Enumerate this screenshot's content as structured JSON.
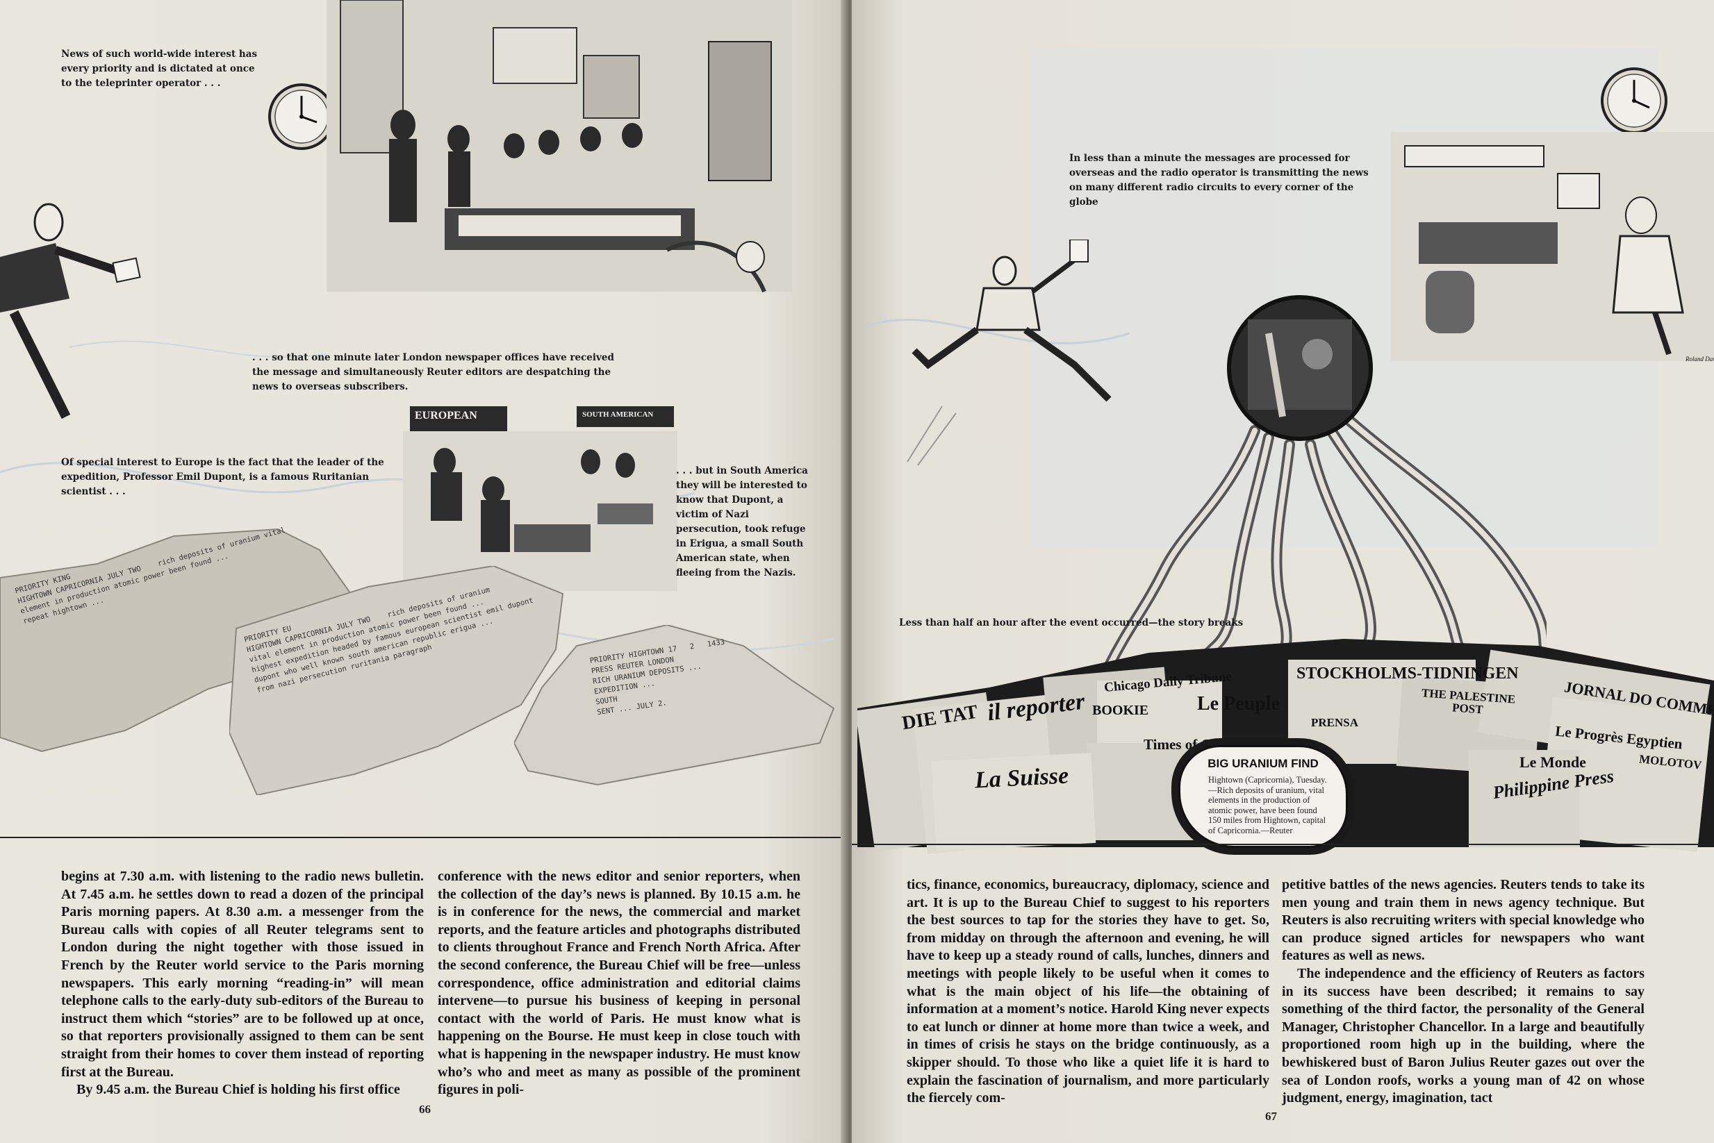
{
  "left_page": {
    "caption_1": "News of such world-wide interest has every priority and is dictated at once to the teleprinter operator . . .",
    "caption_2": ". . . so that one minute later London newspaper offices have received the message and simultaneously Reuter editors are despatching the news to overseas subscribers.",
    "caption_3": "Of special interest to Europe is the fact that the leader of the expedition, Professor Emil Dupont, is a famous Ruritanian scientist . . .",
    "caption_4": ". . . but in South America they will be interested to know that Dupont, a victim of Nazi persecution, took refuge in Erigua, a small South American state, when fleeing from the Nazis.",
    "sign_european": "EUROPEAN",
    "sign_south_american": "SOUTH AMERICAN",
    "strip_1": "PRIORITY KING\nHIGHTOWN CAPRICORNIA JULY TWO    rich deposits of uranium vital\nelement in production atomic power been found ...\nrepeat hightown ...",
    "strip_2": "PRIORITY EU\nHIGHTOWN CAPRICORNIA JULY TWO    rich deposits of uranium\nvital element in production atomic power been found ...\nhighest expedition headed by famous european scientist emil dupont\ndupont who well known south american republic erigua ...\nfrom nazi persecution ruritania paragraph",
    "strip_3": "PRIORITY HIGHTOWN 17   2   1433\nPRESS REUTER LONDON\nRICH URANIUM DEPOSITS ...\nEXPEDITION ...\nSOUTH\nSENT ... JULY 2.",
    "col1_p1": "begins at 7.30 a.m. with listening to the radio news bulletin. At 7.45 a.m. he settles down to read a dozen of the principal Paris morning papers. At 8.30 a.m. a messenger from the Bureau calls with copies of all Reuter telegrams sent to London during the night together with those issued in French by the Reuter world service to the Paris morning newspapers. This early morning “reading-in” will mean telephone calls to the early-duty sub-editors of the Bureau to instruct them which “stories” are to be followed up at once, so that reporters provisionally assigned to them can be sent straight from their homes to cover them instead of reporting first at the Bureau.",
    "col1_p2": "By 9.45 a.m. the Bureau Chief is holding his first office",
    "col2_p1": "conference with the news editor and senior reporters, when the collection of the day’s news is planned. By 10.15 a.m. he is in conference for the news, the commercial and market reports, and the feature articles and photographs distributed to clients throughout France and French North Africa. After the second conference, the Bureau Chief will be free—unless correspondence, office administration and editorial claims intervene—to pursue his business of keeping in personal contact with the world of Paris. He must know what is happening on the Bourse. He must keep in close touch with what is happening in the newspaper industry. He must know who’s who and meet as many as possible of the prominent figures in poli-",
    "page_number": "66"
  },
  "right_page": {
    "caption_1": "In less than a minute the messages are processed for overseas and the radio operator is transmitting the news on many different radio circuits to every corner of the globe",
    "caption_2": "Less than half an hour after the event occurred—the story breaks",
    "signature": "Roland Davidson",
    "newspapers": [
      "STOCKHOLMS-TIDNINGEN",
      "Chicago Daily Tribune",
      "il reporter",
      "Le Peuple",
      "BOOKIE",
      "Times of Ceylon",
      "La Suisse",
      "THE PALESTINE POST",
      "Le Progrès Egyptien",
      "Le Monde",
      "Philippine Press",
      "JORNAL DO COMMERCIO",
      "MOLOTOV",
      "DIE TAT",
      "PRENSA"
    ],
    "big_find_head": "BIG URANIUM FIND",
    "big_find_body": "Hightown (Capricornia), Tuesday.—Rich deposits of uranium, vital elements in the production of atomic power, have been found 150 miles from Hightown, capital of Capricornia.—Reuter",
    "col1_p1": "tics, finance, economics, bureaucracy, diplomacy, science and art. It is up to the Bureau Chief to suggest to his reporters the best sources to tap for the stories they have to get. So, from midday on through the afternoon and evening, he will have to keep up a steady round of calls, lunches, dinners and meetings with people likely to be useful when it comes to what is the main object of his life—the obtaining of information at a moment’s notice. Harold King never expects to eat lunch or dinner at home more than twice a week, and in times of crisis he stays on the bridge continuously, as a skipper should. To those who like a quiet life it is hard to explain the fascination of journalism, and more particularly the fiercely com-",
    "col2_p1": "petitive battles of the news agencies. Reuters tends to take its men young and train them in news agency technique. But Reuters is also recruiting writers with special knowledge who can produce signed articles for newspapers who want features as well as news.",
    "col2_p2": "The independence and the efficiency of Reuters as factors in its success have been described; it remains to say something of the third factor, the personality of the General Manager, Christopher Chancellor. In a large and beautifully proportioned room high up in the building, where the bewhiskered bust of Baron Julius Reuter gazes out over the sea of London roofs, works a young man of 42 on whose judgment, energy, imagination, tact",
    "page_number": "67"
  }
}
